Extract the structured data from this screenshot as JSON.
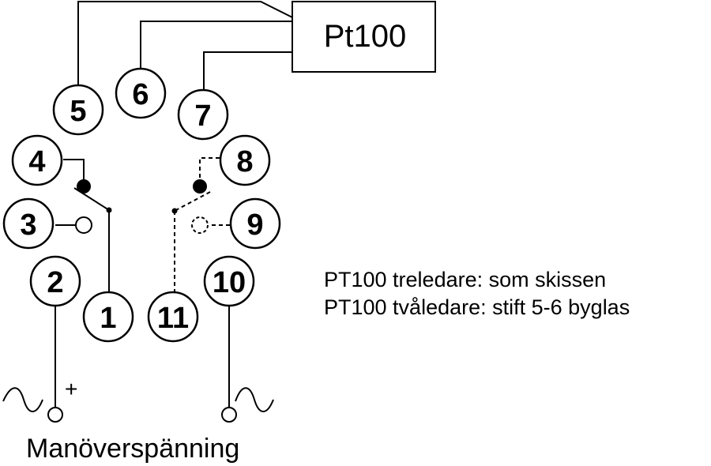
{
  "sensor_box": {
    "label": "Pt100"
  },
  "pins": [
    {
      "id": "pin-1",
      "label": "1"
    },
    {
      "id": "pin-2",
      "label": "2"
    },
    {
      "id": "pin-3",
      "label": "3"
    },
    {
      "id": "pin-4",
      "label": "4"
    },
    {
      "id": "pin-5",
      "label": "5"
    },
    {
      "id": "pin-6",
      "label": "6"
    },
    {
      "id": "pin-7",
      "label": "7"
    },
    {
      "id": "pin-8",
      "label": "8"
    },
    {
      "id": "pin-9",
      "label": "9"
    },
    {
      "id": "pin-10",
      "label": "10"
    },
    {
      "id": "pin-11",
      "label": "11"
    }
  ],
  "notes": {
    "line1": "PT100 treledare: som skissen",
    "line2": "PT100 tvåledare: stift 5-6 byglas"
  },
  "supply": {
    "plus_sign": "+",
    "caption": "Manöverspänning"
  }
}
